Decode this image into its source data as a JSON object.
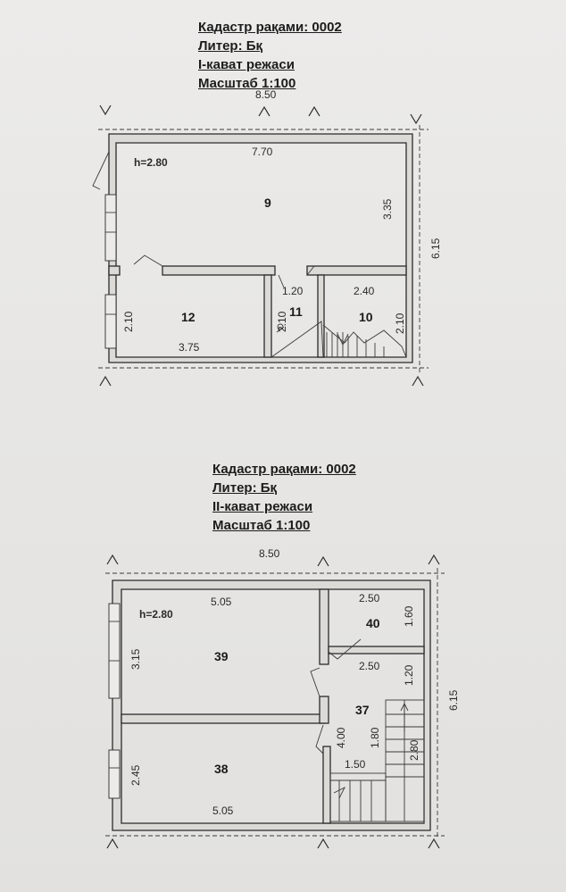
{
  "floor1": {
    "title": {
      "cadastre": "Кадастр рақами: 0002",
      "liter": "Литер: Бқ",
      "floor": "I-кават режаси",
      "scale": "Масштаб 1:100"
    },
    "height": "h=2.80",
    "dims": {
      "outer_width": "8.50",
      "outer_height": "6.15",
      "room9_width": "7.70",
      "room9_height": "3.35",
      "room12_width": "3.75",
      "room12_height": "2.10",
      "room11_width": "1.20",
      "room11_height": "2.10",
      "room10_width": "2.40",
      "room10_height": "2.10"
    },
    "rooms": {
      "r9": "9",
      "r12": "12",
      "r11": "11",
      "r10": "10"
    }
  },
  "floor2": {
    "title": {
      "cadastre": "Кадастр рақами: 0002",
      "liter": "Литер: Бқ",
      "floor": "II-кават режаси",
      "scale": "Масштаб 1:100"
    },
    "height": "h=2.80",
    "dims": {
      "outer_width": "8.50",
      "outer_height": "6.15",
      "room39_width": "5.05",
      "room39_height": "3.15",
      "room38_width": "5.05",
      "room38_height": "2.45",
      "room40_width": "2.50",
      "room40_height": "1.60",
      "room37_top_width": "2.50",
      "room37_upper_height": "1.20",
      "room37_height": "4.00",
      "room37_mid_height": "1.80",
      "room37_bottom_width": "1.50",
      "stair_height": "2.80"
    },
    "rooms": {
      "r39": "39",
      "r38": "38",
      "r40": "40",
      "r37": "37"
    }
  }
}
